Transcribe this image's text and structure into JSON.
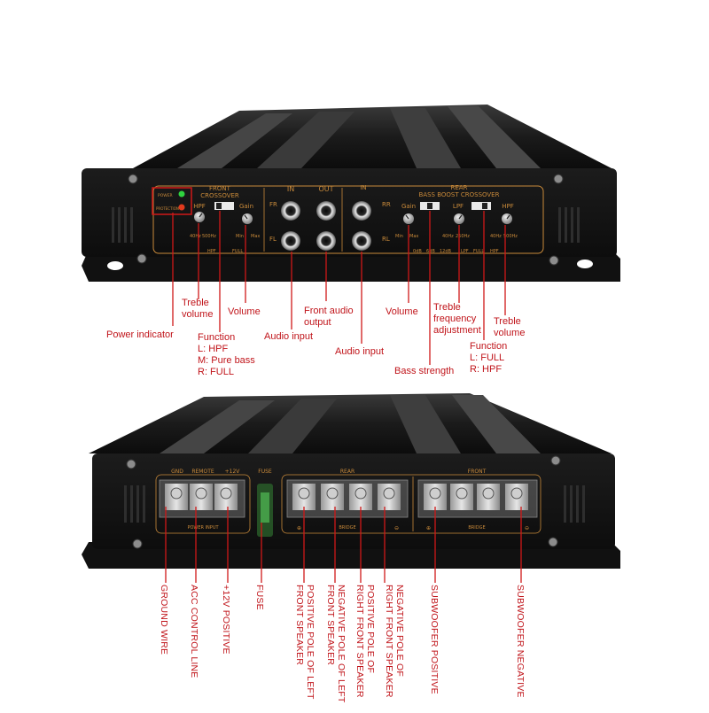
{
  "colors": {
    "annotation": "#c0141a",
    "amp_body": "#151515",
    "panel_print": "#c98a3a",
    "power_led": "#2fd33f",
    "protection_led": "#e23a1d"
  },
  "top_amp": {
    "front_header": "FRONT",
    "front_sub": "CROSSOVER",
    "in_header": "IN",
    "out_header": "OUT",
    "rear_in_header": "IN",
    "rear_header": "REAR",
    "rear_sub": "BASS BOOST CROSSOVER",
    "power_led": "POWER",
    "protection_led": "PROTECTION",
    "hpf_left": "HPF",
    "gain_left": "Gain",
    "fr": "FR",
    "fl": "FL",
    "rr": "RR",
    "rl": "RL",
    "gain_right": "Gain",
    "lpf": "LPF",
    "hpf_right": "HPF",
    "freq_left_min": "40Hz",
    "freq_left_max": "500Hz",
    "gain_left_min": "Min",
    "gain_left_max": "Max",
    "switch_left_a": "HPF",
    "switch_left_b": "FULL",
    "gain_right_min": "Min",
    "gain_right_max": "Max",
    "boost_a": "0dB",
    "boost_b": "6dB",
    "boost_c": "12dB",
    "lpf_min": "40Hz",
    "lpf_max": "250Hz",
    "switch_right_a": "LPF",
    "switch_right_b": "FULL",
    "switch_right_c": "HPF",
    "hpf_r_min": "40Hz",
    "hpf_r_max": "500Hz"
  },
  "top_labels": {
    "treble_volume_left": [
      "Treble",
      "volume"
    ],
    "volume_left": "Volume",
    "front_audio_output": [
      "Front audio",
      "output"
    ],
    "volume_right": "Volume",
    "treble_freq_adj": [
      "Treble",
      "frequency",
      "adjustment"
    ],
    "treble_volume_right": [
      "Treble",
      "volume"
    ],
    "power_indicator": "Power indicator",
    "function_left": [
      "Function",
      "L: HPF",
      "M: Pure bass",
      "R: FULL"
    ],
    "audio_input_left": "Audio input",
    "audio_input_right": "Audio input",
    "bass_strength": "Bass strength",
    "function_right": [
      "Function",
      "L: FULL",
      "R: HPF"
    ]
  },
  "bottom_amp": {
    "gnd": "GND",
    "remote": "REMOTE",
    "plus12": "+12V",
    "fuse": "FUSE",
    "rear": "REAR",
    "front": "FRONT",
    "power_input": "POWER INPUT",
    "bridge_rear": "BRIDGE",
    "bridge_front": "BRIDGE",
    "plus": "⊕",
    "minus": "⊖"
  },
  "bottom_labels": {
    "ground_wire": "GROUND WIRE",
    "acc": "ACC  CONTROL LINE",
    "plus12_positive": "+12V POSITIVE",
    "fuse": "FUSE",
    "pos_left_front": "POSITIVE POLE OF LEFT FRONT SPEAKER",
    "neg_left_front": "NEGATIVE POLE OF LEFT FRONT SPEAKER",
    "pos_right_front": "POSITIVE POLE OF RIGHT FRONT SPEAKER",
    "neg_right_front": "NEGATIVE POLE OF RIGHT FRONT SPEAKER",
    "sub_positive": "SUBWOOFER POSITIVE",
    "sub_negative": "SUBWOOFER NEGATIVE"
  }
}
